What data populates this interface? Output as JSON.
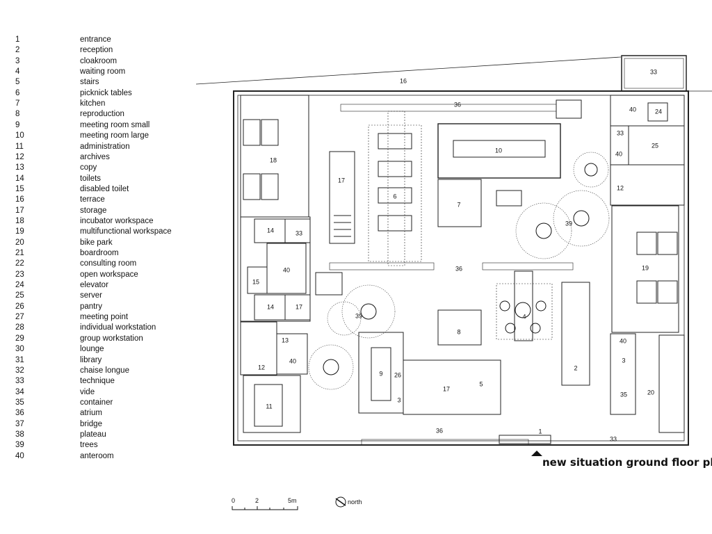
{
  "legend": [
    {
      "num": "1",
      "label": "entrance"
    },
    {
      "num": "2",
      "label": "reception"
    },
    {
      "num": "3",
      "label": "cloakroom"
    },
    {
      "num": "4",
      "label": "waiting room"
    },
    {
      "num": "5",
      "label": "stairs"
    },
    {
      "num": "6",
      "label": "picknick tables"
    },
    {
      "num": "7",
      "label": "kitchen"
    },
    {
      "num": "8",
      "label": "reproduction"
    },
    {
      "num": "9",
      "label": "meeting room small"
    },
    {
      "num": "10",
      "label": "meeting room large"
    },
    {
      "num": "11",
      "label": "administration"
    },
    {
      "num": "12",
      "label": "archives"
    },
    {
      "num": "13",
      "label": "copy"
    },
    {
      "num": "14",
      "label": "toilets"
    },
    {
      "num": "15",
      "label": "disabled toilet"
    },
    {
      "num": "16",
      "label": "terrace"
    },
    {
      "num": "17",
      "label": "storage"
    },
    {
      "num": "18",
      "label": "incubator workspace"
    },
    {
      "num": "19",
      "label": "multifunctional workspace"
    },
    {
      "num": "20",
      "label": "bike park"
    },
    {
      "num": "21",
      "label": "boardroom"
    },
    {
      "num": "22",
      "label": "consulting room"
    },
    {
      "num": "23",
      "label": "open workspace"
    },
    {
      "num": "24",
      "label": "elevator"
    },
    {
      "num": "25",
      "label": "server"
    },
    {
      "num": "26",
      "label": "pantry"
    },
    {
      "num": "27",
      "label": "meeting point"
    },
    {
      "num": "28",
      "label": "individual workstation"
    },
    {
      "num": "29",
      "label": "group workstation"
    },
    {
      "num": "30",
      "label": "lounge"
    },
    {
      "num": "31",
      "label": "library"
    },
    {
      "num": "32",
      "label": "chaise longue"
    },
    {
      "num": "33",
      "label": "technique"
    },
    {
      "num": "34",
      "label": "vide"
    },
    {
      "num": "35",
      "label": "container"
    },
    {
      "num": "36",
      "label": "atrium"
    },
    {
      "num": "37",
      "label": "bridge"
    },
    {
      "num": "38",
      "label": "plateau"
    },
    {
      "num": "39",
      "label": "trees"
    },
    {
      "num": "40",
      "label": "anteroom"
    }
  ],
  "plan": {
    "title": "new situation ground floor plan",
    "room_tags": {
      "t33_top": "33",
      "t16": "16",
      "t36_top": "36",
      "t40_a": "40",
      "t24": "24",
      "t33_b": "33",
      "t40_b": "40",
      "t25": "25",
      "t18": "18",
      "t17_a": "17",
      "t6": "6",
      "t10": "10",
      "t7": "7",
      "t12_a": "12",
      "t39_a": "39",
      "t19": "19",
      "t14_a": "14",
      "t33_c": "33",
      "t40_c": "40",
      "t15": "15",
      "t36_mid": "36",
      "t14_b": "14",
      "t17_b": "17",
      "t39_b": "39",
      "t4": "4",
      "t8": "8",
      "t13": "13",
      "t40_d": "40",
      "t12_b": "12",
      "t40_e": "40",
      "t3_a": "3",
      "t9": "9",
      "t26": "26",
      "t17_c": "17",
      "t5": "5",
      "t3_b": "3",
      "t2": "2",
      "t35": "35",
      "t20": "20",
      "t11": "11",
      "t36_bot": "36",
      "t1": "1",
      "t33_d": "33"
    },
    "scale": {
      "s0": "0",
      "s2": "2",
      "s5": "5m"
    },
    "north_label": "north"
  }
}
